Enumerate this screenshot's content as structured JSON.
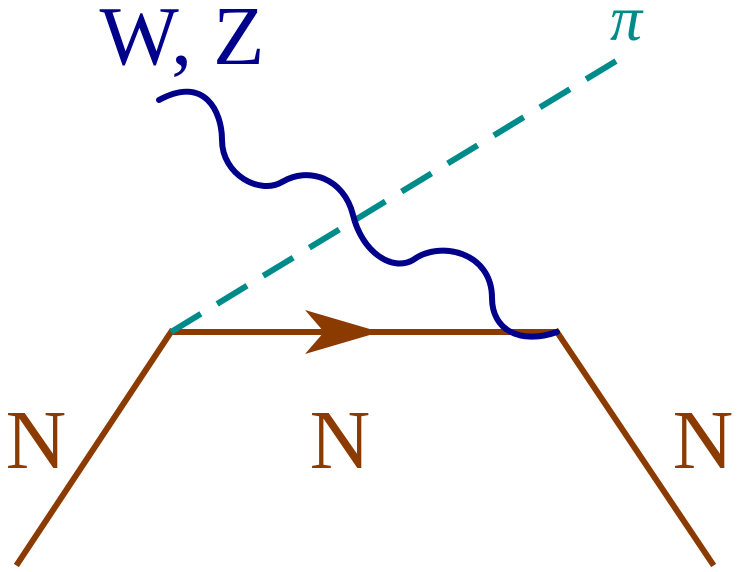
{
  "diagram": {
    "labels": {
      "boson": "W, Z",
      "pion": "π",
      "nucleon_in": "N",
      "nucleon_internal": "N",
      "nucleon_out": "N"
    },
    "colors": {
      "boson": "#00008b",
      "pion": "#008b8b",
      "nucleon": "#8b3a00",
      "background": "#ffffff"
    }
  }
}
